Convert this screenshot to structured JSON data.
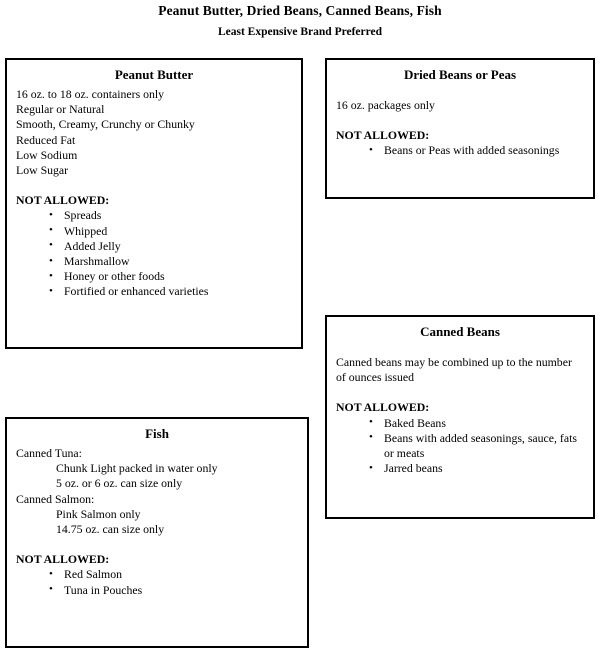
{
  "document": {
    "title": "Peanut Butter, Dried Beans, Canned Beans, Fish",
    "subtitle": "Least Expensive Brand Preferred",
    "not_allowed_label": "NOT ALLOWED:"
  },
  "boxes": {
    "peanut_butter": {
      "title": "Peanut Butter",
      "lines": [
        "16 oz. to 18 oz. containers only",
        "Regular or Natural",
        "Smooth, Creamy, Crunchy or Chunky",
        "Reduced Fat",
        "Low Sodium",
        "Low Sugar"
      ],
      "not_allowed_label": "NOT ALLOWED:",
      "not_allowed": [
        "Spreads",
        "Whipped",
        "Added Jelly",
        "Marshmallow",
        "Honey or other foods",
        "Fortified or enhanced varieties"
      ]
    },
    "dried_beans": {
      "title": "Dried Beans or Peas",
      "lines": [
        "16 oz. packages only"
      ],
      "not_allowed_label": "NOT ALLOWED:",
      "not_allowed": [
        "Beans or Peas with added seasonings"
      ]
    },
    "canned_beans": {
      "title": "Canned Beans",
      "lines": [
        "Canned beans may be combined up to the number of ounces issued"
      ],
      "not_allowed_label": "NOT ALLOWED:",
      "not_allowed": [
        "Baked Beans",
        "Beans with added seasonings, sauce, fats or meats",
        "Jarred beans"
      ]
    },
    "fish": {
      "title": "Fish",
      "lines": [
        {
          "text": "Canned Tuna:",
          "indent": false
        },
        {
          "text": "Chunk Light packed in water only",
          "indent": true
        },
        {
          "text": "5 oz. or 6 oz. can size only",
          "indent": true
        },
        {
          "text": "Canned Salmon:",
          "indent": false
        },
        {
          "text": "Pink Salmon only",
          "indent": true
        },
        {
          "text": "14.75 oz. can size only",
          "indent": true
        }
      ],
      "not_allowed_label": "NOT ALLOWED:",
      "not_allowed": [
        "Red Salmon",
        "Tuna in Pouches"
      ]
    }
  },
  "colors": {
    "border": "#000000",
    "text": "#000000",
    "background": "#ffffff"
  }
}
